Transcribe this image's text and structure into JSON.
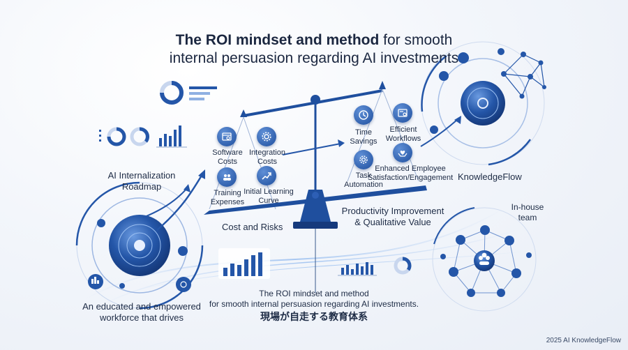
{
  "title": {
    "bold": "The ROI mindset and method",
    "rest": "for smooth",
    "line2": "internal persuasion regarding AI investments"
  },
  "scale": {
    "left_items": [
      {
        "label": "Software\nCosts",
        "icon": "browser-gear-icon"
      },
      {
        "label": "Integration\nCosts",
        "icon": "gear-icon"
      },
      {
        "label": "Training\nExpenses",
        "icon": "people-icon"
      },
      {
        "label": "Initial Learning\nCurve",
        "icon": "trend-up-icon"
      }
    ],
    "right_items": [
      {
        "label": "Time\nSavings",
        "icon": "clock-icon"
      },
      {
        "label": "Efficient\nWorkflows",
        "icon": "workflow-icon"
      },
      {
        "label": "Task\nAutomation",
        "icon": "gear-cycle-icon"
      },
      {
        "label": "Enhanced Employee\nSatisfaction/Engagement",
        "icon": "heart-hands-icon"
      }
    ],
    "left_caption": "Cost and Risks",
    "right_caption": "Productivity Improvement\n& Qualitative Value"
  },
  "left": {
    "roadmap": "AI Internalization\nRoadmap",
    "workforce": "An educated and empowered\nworkforce that drives"
  },
  "right": {
    "brand": "KnowledgeFlow",
    "team": "In-house\nteam"
  },
  "center": {
    "line1": "The ROI mindset and method",
    "line2": "for smooth internal persuasion regarding AI investments.",
    "line3": "現場が自走する教育体系"
  },
  "footer": "2025 AI KnowledgeFlow",
  "colors": {
    "accent": "#1f4f9e",
    "light": "#5f8fd6"
  }
}
